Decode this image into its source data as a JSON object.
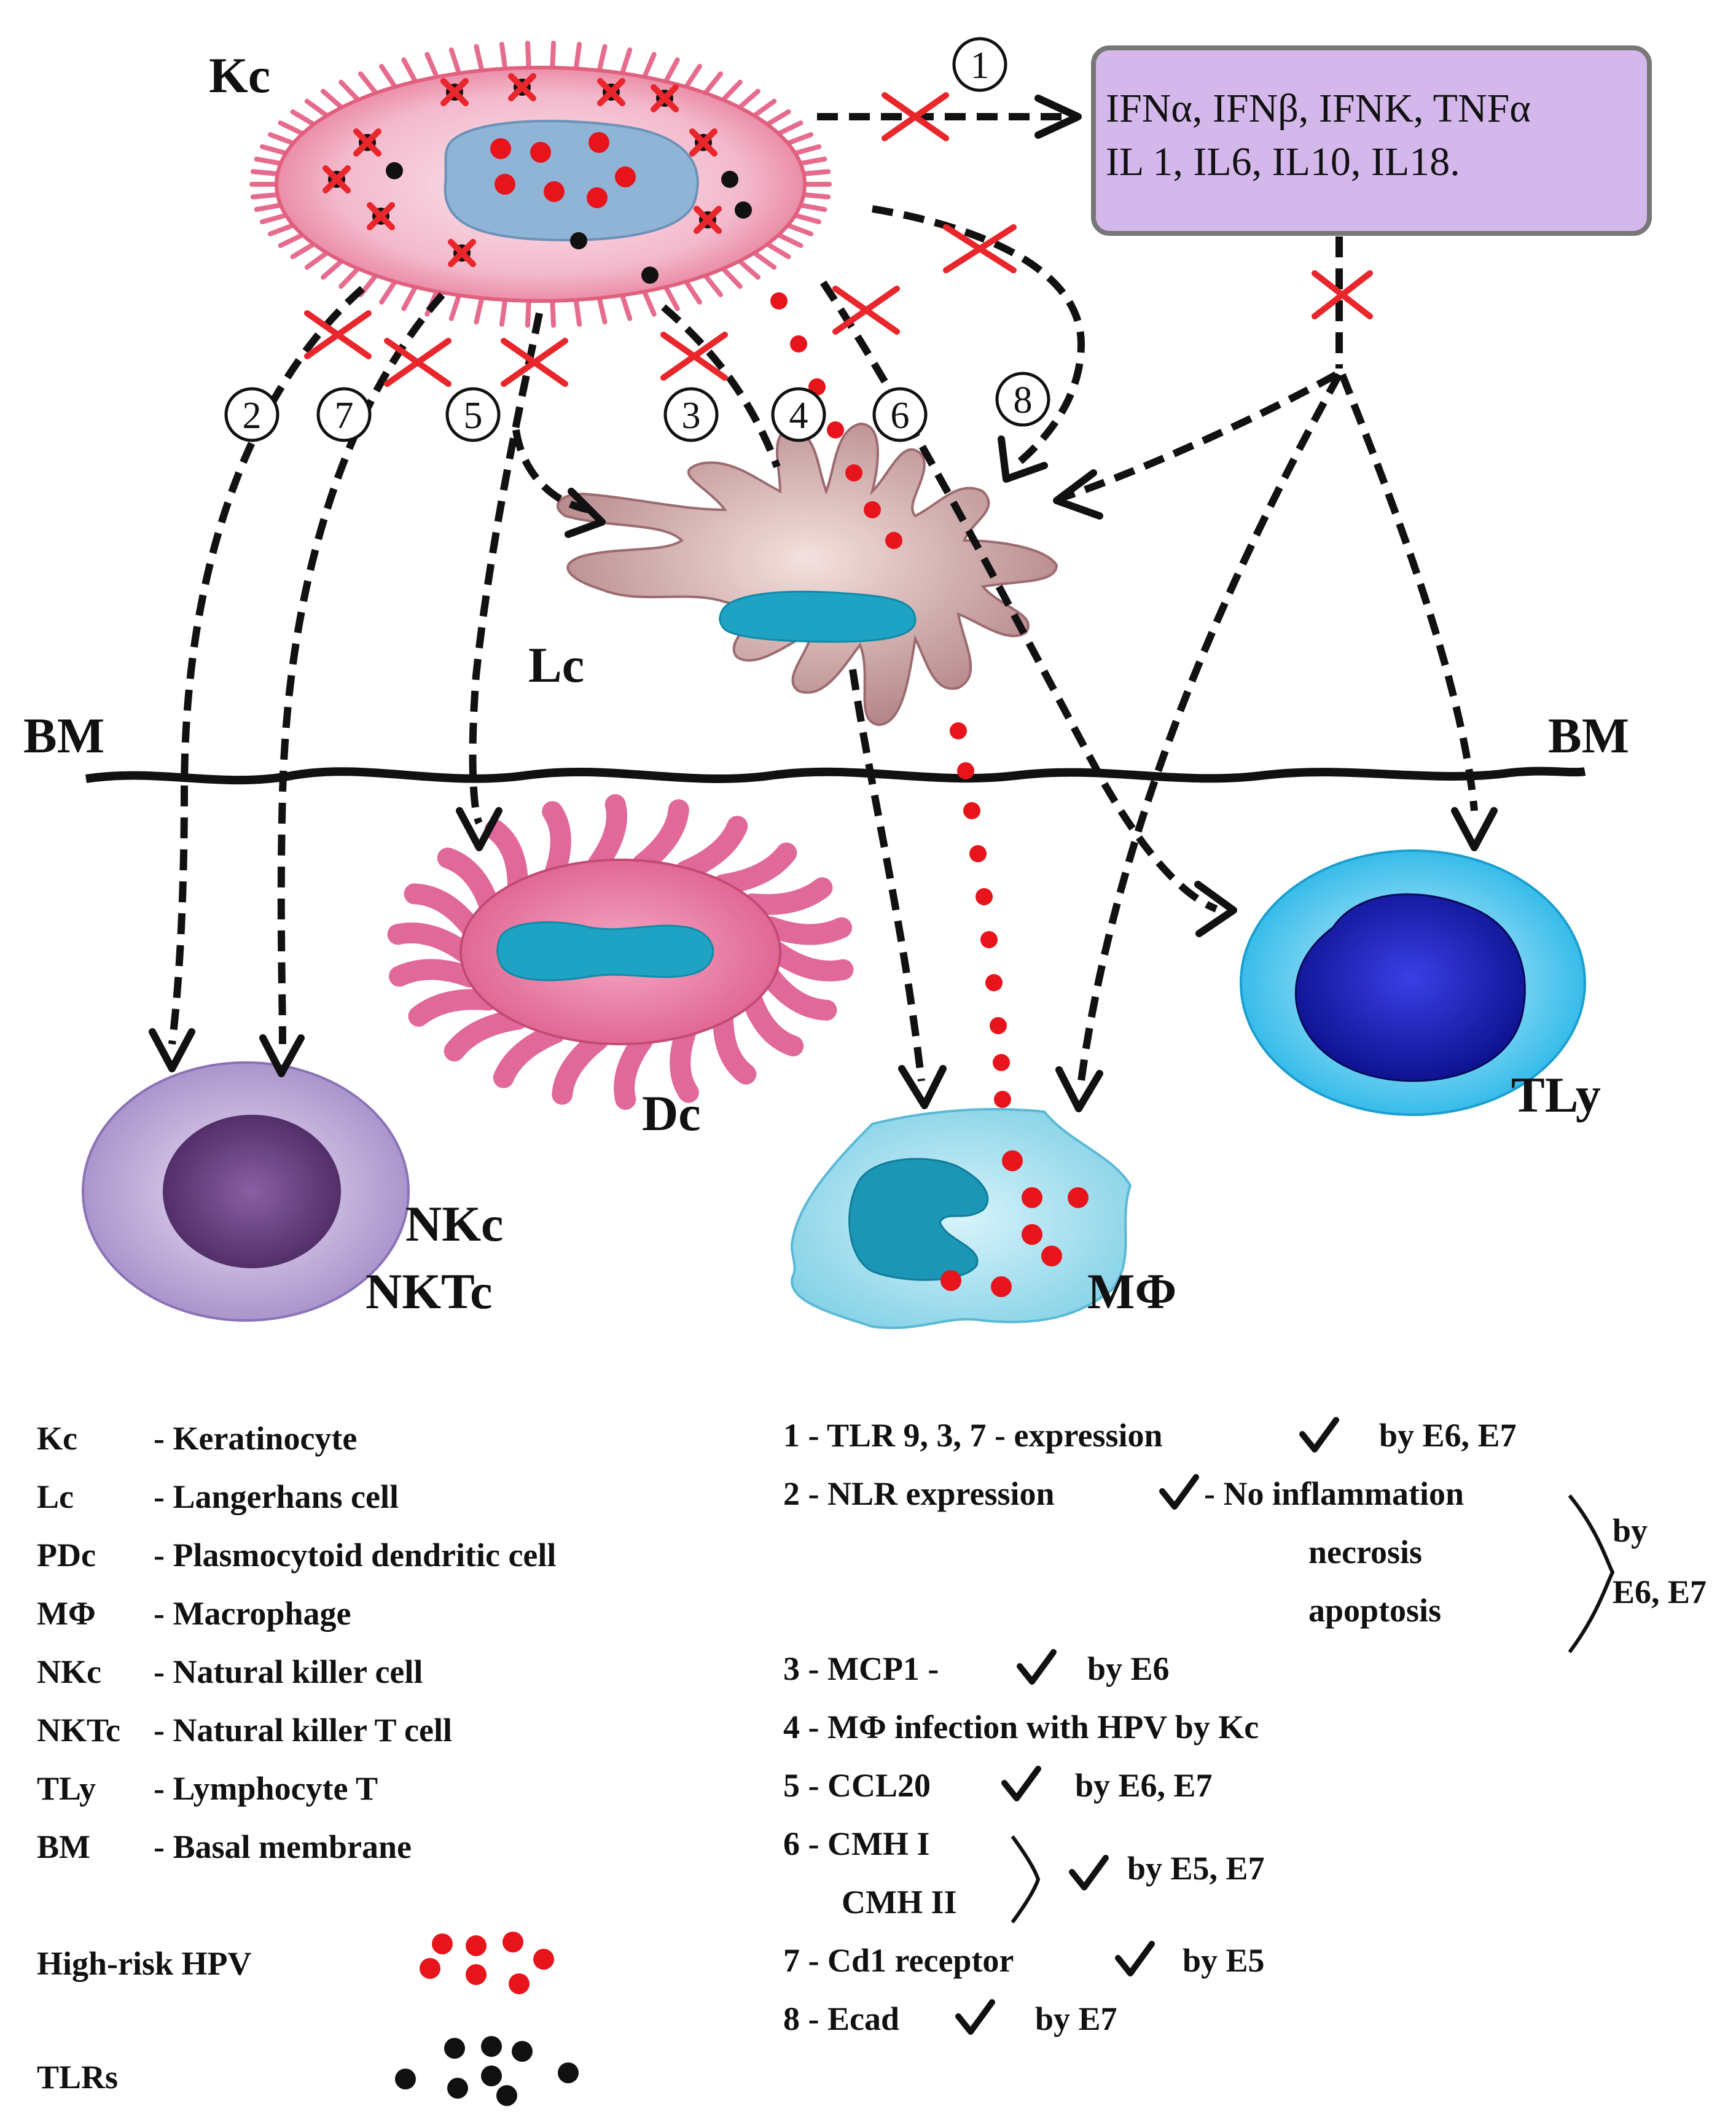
{
  "labels": {
    "kc": "Kc",
    "lc": "Lc",
    "dc": "Dc",
    "mphi": "MΦ",
    "tly": "TLy",
    "nkc": "NKc",
    "nktc": "NKTc",
    "bm_left": "BM",
    "bm_right": "BM"
  },
  "cytokine_box": {
    "line1": "IFNα, IFNβ, IFNK, TNFα",
    "line2": "IL 1, IL6, IL10, IL18.",
    "fill": "#d4b8ec"
  },
  "circle_numbers": [
    "1",
    "2",
    "7",
    "5",
    "3",
    "4",
    "6",
    "8"
  ],
  "legend_abbrev": [
    {
      "abbr": "Kc",
      "desc": "- Keratinocyte"
    },
    {
      "abbr": "Lc",
      "desc": "- Langerhans cell"
    },
    {
      "abbr": "PDc",
      "desc": "- Plasmocytoid dendritic cell"
    },
    {
      "abbr": "MΦ",
      "desc": "- Macrophage"
    },
    {
      "abbr": "NKc",
      "desc": "- Natural killer cell"
    },
    {
      "abbr": "NKTc",
      "desc": "- Natural killer T cell"
    },
    {
      "abbr": "TLy",
      "desc": "- Lymphocyte T"
    },
    {
      "abbr": "BM",
      "desc": "- Basal membrane"
    }
  ],
  "legend_symbols": {
    "hpv": "High-risk HPV",
    "tlrs": "TLRs",
    "hpv_color": "#e8141c",
    "tlr_color": "#111111"
  },
  "notes": {
    "n1": "1 - TLR 9, 3, 7 - expression",
    "n1_by": "by E6, E7",
    "n2": "2 - NLR expression",
    "n2_effect": "- No inflammation",
    "n2_necrosis": "necrosis",
    "n2_apoptosis": "apoptosis",
    "n2_by_a": "by",
    "n2_by_b": "E6, E7",
    "n3": "3 - MCP1 -",
    "n3_by": "by E6",
    "n4": "4 - MΦ infection with HPV by Kc",
    "n5": "5 - CCL20",
    "n5_by": "by E6, E7",
    "n6a": "6 - CMH I",
    "n6b": "CMH II",
    "n6_by": "by E5, E7",
    "n7": "7 - Cd1 receptor",
    "n7_by": "by E5",
    "n8": "8 - Ecad",
    "n8_by": "by E7"
  }
}
